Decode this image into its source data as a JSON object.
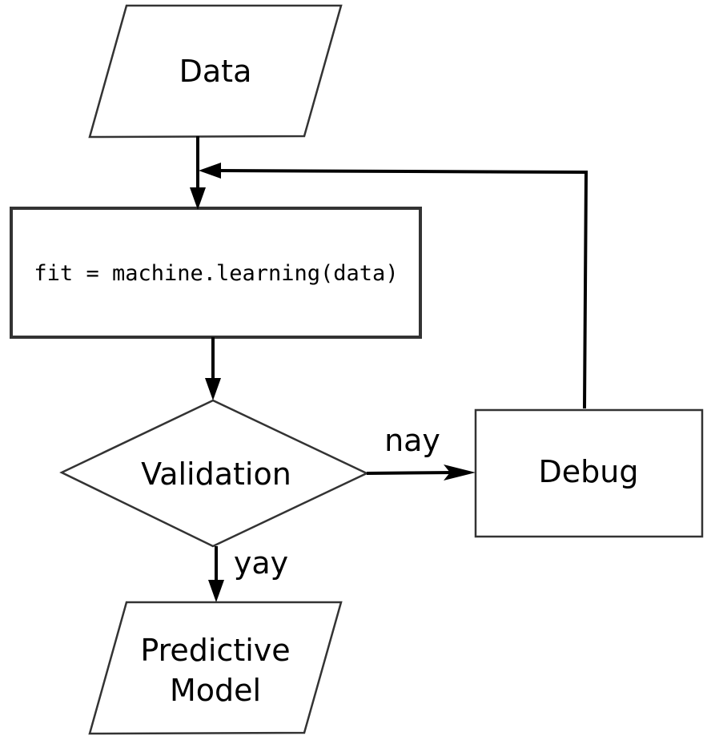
{
  "nodes": {
    "data": {
      "label": "Data",
      "shape": "parallelogram"
    },
    "fit": {
      "label": "fit = machine.learning(data)",
      "shape": "rectangle"
    },
    "validation": {
      "label": "Validation",
      "shape": "diamond"
    },
    "debug": {
      "label": "Debug",
      "shape": "rectangle"
    },
    "predictive_model": {
      "label_line1": "Predictive",
      "label_line2": "Model",
      "shape": "parallelogram"
    }
  },
  "edges": {
    "data_to_fit": {
      "from": "data",
      "to": "fit"
    },
    "fit_to_validation": {
      "from": "fit",
      "to": "validation"
    },
    "validation_to_debug": {
      "from": "validation",
      "to": "debug",
      "label": "nay"
    },
    "validation_to_model": {
      "from": "validation",
      "to": "predictive_model",
      "label": "yay"
    },
    "debug_to_fit": {
      "from": "debug",
      "to": "fit"
    }
  },
  "colors": {
    "shape_stroke": "#333333",
    "edge": "#000000",
    "background": "#ffffff"
  }
}
